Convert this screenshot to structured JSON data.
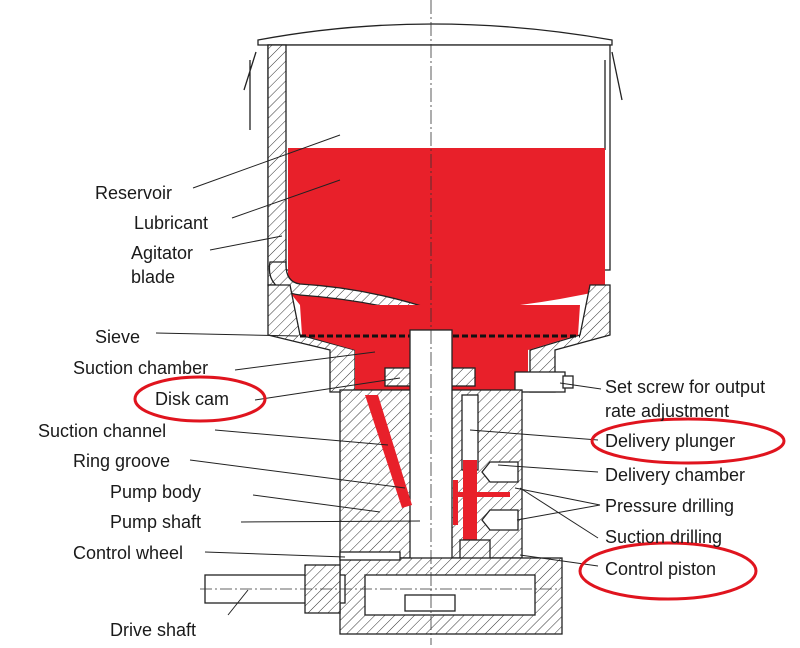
{
  "title": "Pump element cross-section",
  "colors": {
    "lubricant": "#e8202a",
    "highlight": "#e0141e",
    "line": "#222222"
  },
  "labels_left": {
    "reservoir": "Reservoir",
    "lubricant": "Lubricant",
    "agitator_1": "Agitator",
    "agitator_2": "blade",
    "sieve": "Sieve",
    "suction_chamber": "Suction chamber",
    "disk_cam": "Disk cam",
    "suction_channel": "Suction channel",
    "ring_groove": "Ring groove",
    "pump_body": "Pump body",
    "pump_shaft": "Pump shaft",
    "control_wheel": "Control wheel",
    "drive_shaft": "Drive shaft"
  },
  "labels_right": {
    "set_screw_1": "Set screw for output",
    "set_screw_2": "rate adjustment",
    "delivery_plunger": "Delivery plunger",
    "delivery_chamber": "Delivery chamber",
    "pressure_drilling": "Pressure drilling",
    "suction_drilling": "Suction drilling",
    "control_piston": "Control piston"
  },
  "highlighted": [
    "Disk cam",
    "Delivery plunger",
    "Control piston"
  ]
}
